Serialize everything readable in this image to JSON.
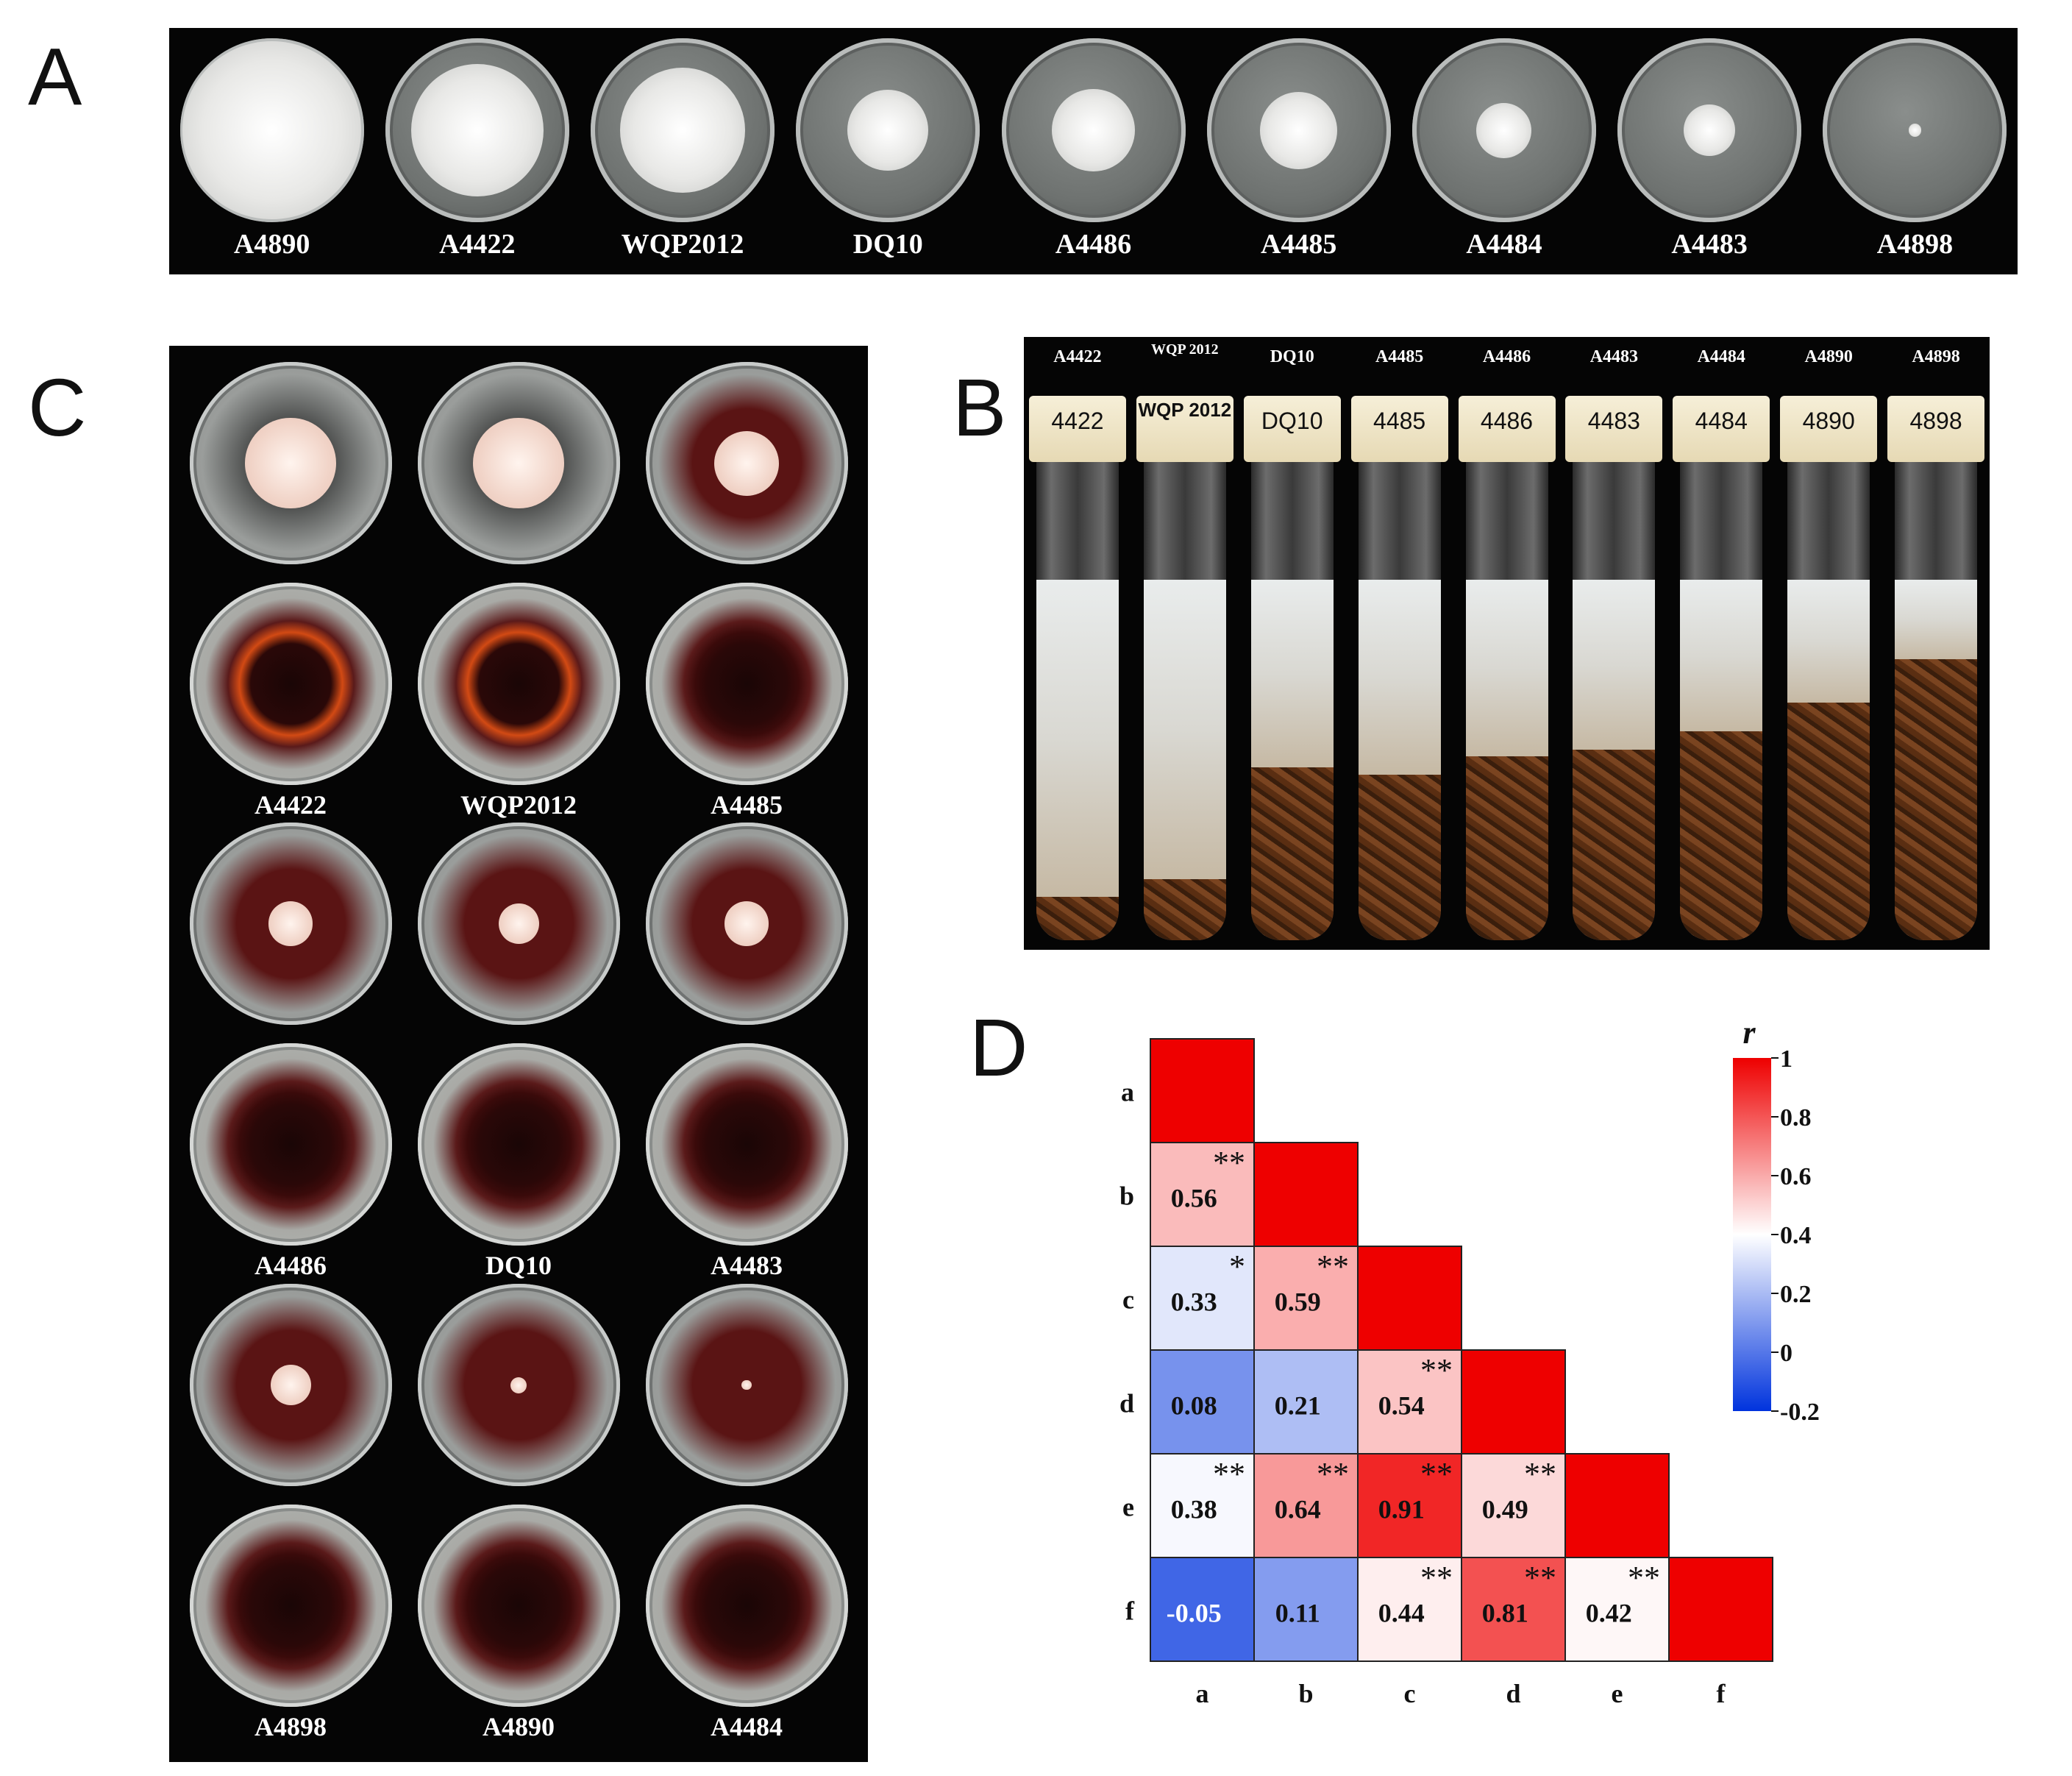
{
  "panels": {
    "A": {
      "letter": "A",
      "strains": [
        "A4890",
        "A4422",
        "WQP2012",
        "DQ10",
        "A4486",
        "A4485",
        "A4484",
        "A4483",
        "A4898"
      ],
      "colony_radius_fraction": [
        0.97,
        0.72,
        0.68,
        0.44,
        0.45,
        0.42,
        0.3,
        0.28,
        0.07
      ]
    },
    "B": {
      "letter": "B",
      "header_labels": [
        "A4422",
        "WQP 2012",
        "DQ10",
        "A4485",
        "A4486",
        "A4483",
        "A4484",
        "A4890",
        "A4898"
      ],
      "cap_labels": [
        "4422",
        "WQP 2012",
        "DQ10",
        "4485",
        "4486",
        "4483",
        "4484",
        "4890",
        "4898"
      ],
      "colonized_fraction": [
        0.88,
        0.83,
        0.52,
        0.54,
        0.49,
        0.47,
        0.42,
        0.34,
        0.22
      ]
    },
    "C": {
      "letter": "C",
      "labels": [
        "A4422",
        "WQP2012",
        "A4485",
        "A4486",
        "DQ10",
        "A4483",
        "A4898",
        "A4890",
        "A4484"
      ]
    },
    "D": {
      "letter": "D"
    }
  },
  "chart_data": {
    "type": "heatmap",
    "variables": [
      "a",
      "b",
      "c",
      "d",
      "e",
      "f"
    ],
    "lower_triangle": [
      {
        "row": "b",
        "col": "a",
        "r": 0.56,
        "sig": "**"
      },
      {
        "row": "c",
        "col": "a",
        "r": 0.33,
        "sig": "*"
      },
      {
        "row": "c",
        "col": "b",
        "r": 0.59,
        "sig": "**"
      },
      {
        "row": "d",
        "col": "a",
        "r": 0.08,
        "sig": ""
      },
      {
        "row": "d",
        "col": "b",
        "r": 0.21,
        "sig": ""
      },
      {
        "row": "d",
        "col": "c",
        "r": 0.54,
        "sig": "**"
      },
      {
        "row": "e",
        "col": "a",
        "r": 0.38,
        "sig": "**"
      },
      {
        "row": "e",
        "col": "b",
        "r": 0.64,
        "sig": "**"
      },
      {
        "row": "e",
        "col": "c",
        "r": 0.91,
        "sig": "**"
      },
      {
        "row": "e",
        "col": "d",
        "r": 0.49,
        "sig": "**"
      },
      {
        "row": "f",
        "col": "a",
        "r": -0.05,
        "sig": ""
      },
      {
        "row": "f",
        "col": "b",
        "r": 0.11,
        "sig": ""
      },
      {
        "row": "f",
        "col": "c",
        "r": 0.44,
        "sig": "**"
      },
      {
        "row": "f",
        "col": "d",
        "r": 0.81,
        "sig": "**"
      },
      {
        "row": "f",
        "col": "e",
        "r": 0.42,
        "sig": "**"
      }
    ],
    "diagonal_r": 1,
    "colorbar": {
      "title": "r",
      "ticks": [
        "1",
        "0.8",
        "0.6",
        "0.4",
        "0.2",
        "0",
        "-0.2"
      ],
      "range": [
        -0.2,
        1
      ],
      "color_low": "#0033dd",
      "color_mid": "#ffffff",
      "color_high": "#ee0000"
    }
  }
}
